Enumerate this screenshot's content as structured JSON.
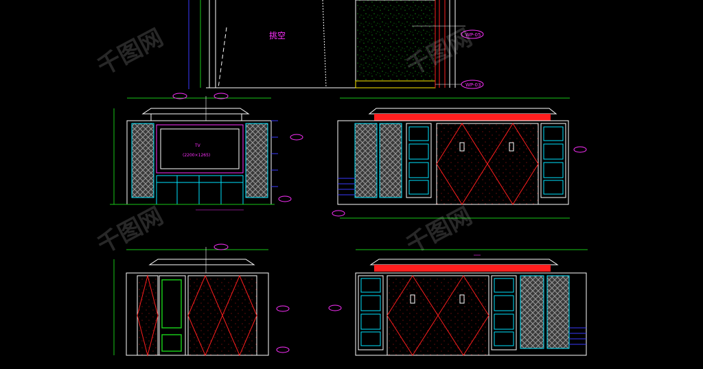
{
  "drawing": {
    "room_label": "挑空",
    "tv_label": "TV",
    "tv_size": "(2200×1265)",
    "tags": {
      "wp05": "WP-05",
      "wp03": "WP-03"
    }
  },
  "watermark": {
    "text": "千图网"
  },
  "colors": {
    "background": "#000000",
    "outline": "#ffffff",
    "cyan": "#00e5ff",
    "magenta": "#ff30ff",
    "red": "#ff1e1e",
    "green": "#19c819",
    "blue": "#3a3aff",
    "yellow": "#ffee00"
  }
}
